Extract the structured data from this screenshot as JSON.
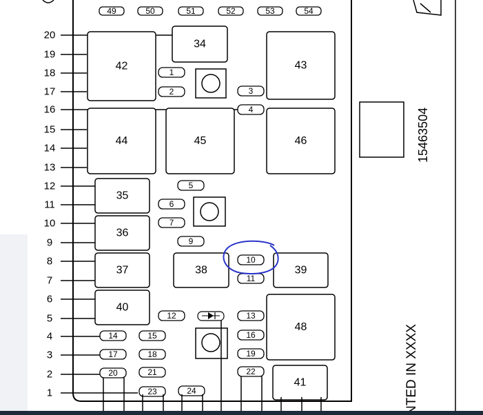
{
  "part_number": "15463504",
  "bottom_text": "NTED IN XXXX",
  "markers": {
    "left": [
      "20",
      "19",
      "18",
      "17",
      "16",
      "15",
      "14",
      "13",
      "12",
      "11",
      "10",
      "9",
      "8",
      "7",
      "6",
      "5",
      "4",
      "3",
      "2",
      "1"
    ]
  },
  "top_fuses": [
    "49",
    "50",
    "51",
    "52",
    "53",
    "54"
  ],
  "small_fuses": [
    "1",
    "2",
    "3",
    "4",
    "5",
    "6",
    "7",
    "9",
    "10",
    "11",
    "12",
    "13",
    "14",
    "15",
    "16",
    "17",
    "18",
    "19",
    "20",
    "21",
    "22",
    "23",
    "24"
  ],
  "relays": [
    "34",
    "35",
    "36",
    "37",
    "38",
    "39",
    "40",
    "41",
    "42",
    "43",
    "44",
    "45",
    "46",
    "48"
  ],
  "annotation": {
    "color": "#2b35c8",
    "circled_fuse": "10"
  },
  "colors": {
    "line": "#000000",
    "background": "#ffffff"
  }
}
